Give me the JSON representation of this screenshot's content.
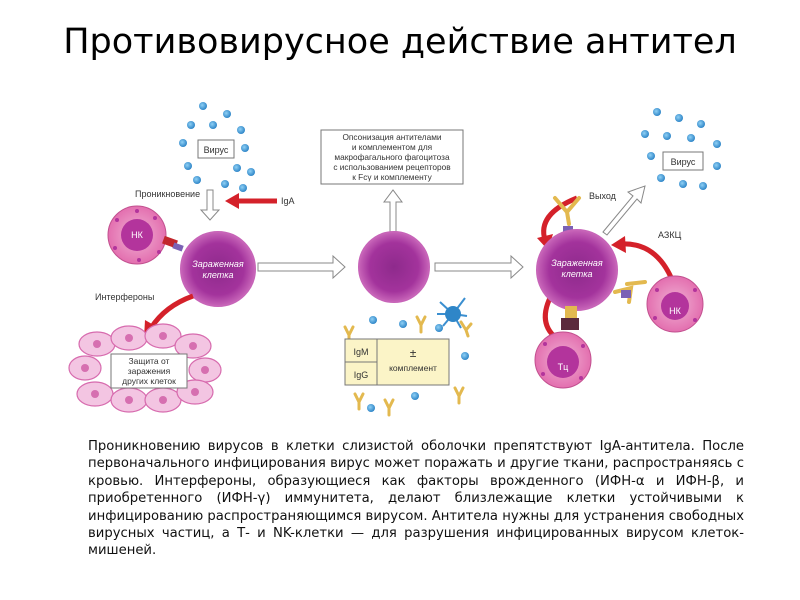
{
  "title": "Противовирусное действие антител",
  "diagram": {
    "virus_left": "Вирус",
    "virus_right": "Вирус",
    "penetration": "Проникновение",
    "iga": "IgA",
    "nk_left": "НК",
    "nk_right": "НК",
    "infected_left": [
      "Зараженная",
      "клетка"
    ],
    "infected_right": [
      "Зараженная",
      "клетка"
    ],
    "interferons": "Интерфероны",
    "protection": [
      "Защита от",
      "заражения",
      "других клеток"
    ],
    "opsonization": [
      "Опсонизация антителами",
      "и комплементом для",
      "макрофагального фагоцитоза",
      "с использованием рецепторов",
      "к Fcγ и комплементу"
    ],
    "exit": "Выход",
    "adcc": "АЗКЦ",
    "tc": "Тц",
    "igm": "IgM",
    "igg": "IgG",
    "plusminus": "±",
    "complement": "комплемент"
  },
  "caption": "Проникновению вирусов в клетки слизистой оболочки препятствуют IgA-антитела. После первоначального инфицирования вирус может поражать и другие ткани, распространяясь с кровью. Интерфероны, образующиеся как факторы врожденного (ИФН-α и ИФН-β, и приобретенного (ИФН-γ) иммунитета, делают близлежащие клетки устойчивыми к инфицированию распространяющимся вирусом. Антитела нужны для устранения свободных вирусных частиц, а Т- и NK-клетки — для разрушения инфицированных вирусом клеток-мишеней."
}
